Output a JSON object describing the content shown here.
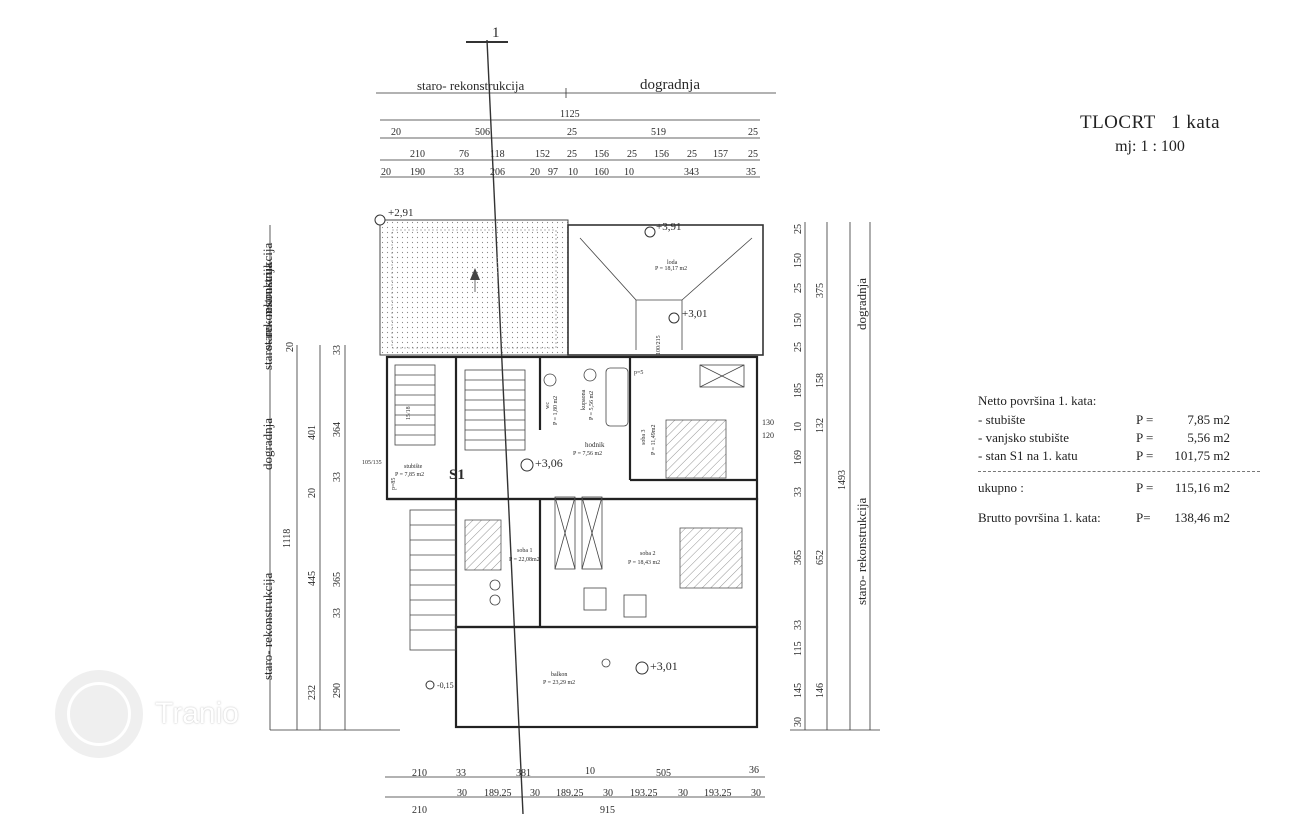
{
  "plan": {
    "section_marker": "1",
    "top_label_left": "staro- rekonstrukcija",
    "top_label_right": "dogradnja",
    "dim_overall": "1125",
    "dim_row1": [
      "20",
      "506",
      "25",
      "519",
      "25"
    ],
    "dim_row2": [
      "210",
      "76",
      "118",
      "152",
      "25",
      "156",
      "25",
      "156",
      "25",
      "157",
      "25"
    ],
    "dim_row3": [
      "20",
      "190",
      "33",
      "206",
      "20",
      "97",
      "10",
      "160",
      "10",
      "343",
      "35"
    ],
    "level_terrace": "+2,91",
    "level_loda": "+3,01",
    "level_loda_top": "+3,91",
    "level_hall": "+3,06",
    "level_balkon": "+3,01",
    "level_ground": "-0,15",
    "apartment_tag": "S1",
    "rooms": {
      "loda_name": "loda",
      "loda_area": "P = 18,17 m2",
      "stubiste_name": "stubište",
      "stubiste_area": "P = 7,85 m2",
      "hodnik_name": "hodnik",
      "hodnik_area": "P = 7,56 m2",
      "kupaona_name": "kupaona",
      "kupaona_area": "P = 5,56 m2",
      "wc_name": "wc",
      "wc_area": "P = 1,80 m2",
      "soba3_name": "soba 3",
      "soba3_area": "P = 11,49m2",
      "soba1_name": "soba 1",
      "soba1_area": "P = 22,08m2",
      "soba2_name": "soba 2",
      "soba2_area": "P = 18,43 m2",
      "balkon_name": "balkon",
      "balkon_area": "P = 23,29 m2",
      "stair_step": "15/18",
      "window_a": "100/215",
      "window_b": "105/135",
      "door_a": "p=5",
      "door_b": "p=85"
    },
    "left_labels": {
      "outer_top": "staro- rekonstrukcija",
      "inner_top": "staro- rekonstrukcija",
      "middle": "dogradnja",
      "bottom": "staro- rekonstrukcija"
    },
    "left_dims_a": [
      "20",
      "401",
      "20",
      "445",
      "232"
    ],
    "left_dims_b": [
      "33",
      "364",
      "33",
      "365",
      "33",
      "290"
    ],
    "left_total": "1118",
    "right_dims_a": [
      "25",
      "150",
      "25",
      "150",
      "25",
      "185",
      "10",
      "169",
      "33",
      "365",
      "33",
      "115",
      "145",
      "30"
    ],
    "right_dims_b": [
      "375",
      "158",
      "132",
      "652",
      "146"
    ],
    "right_total": "1493",
    "right_label_top": "dogradnja",
    "right_label_bottom": "staro- rekonstrukcija",
    "east_dims": [
      "130",
      "120"
    ],
    "bottom_row1": [
      "210",
      "33",
      "381",
      "10",
      "505",
      "36"
    ],
    "bottom_row2": [
      "30",
      "189.25",
      "30",
      "189.25",
      "30",
      "193.25",
      "30",
      "193.25",
      "30"
    ],
    "bottom_row3": [
      "210",
      "915"
    ]
  },
  "title": {
    "main": "TLOCRT   1 kata",
    "scale": "mj: 1 : 100"
  },
  "areas": {
    "header": "Netto površina 1. kata:",
    "rows": [
      {
        "label": "- stubište",
        "p": "P =",
        "value": "7,85 m2"
      },
      {
        "label": "- vanjsko stubište",
        "p": "P =",
        "value": "5,56 m2"
      },
      {
        "label": "- stan S1 na 1. katu",
        "p": "P =",
        "value": "101,75 m2"
      }
    ],
    "total": {
      "label": "ukupno :",
      "p": "P =",
      "value": "115,16 m2"
    },
    "brutto": {
      "label": "Brutto površina 1. kata:",
      "p": "P=",
      "value": "138,46 m2"
    }
  },
  "watermark": "Tranio"
}
